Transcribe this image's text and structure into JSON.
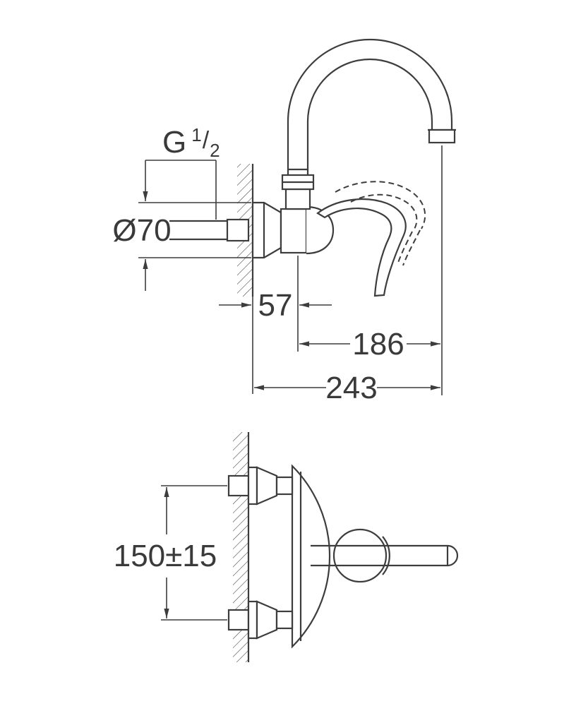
{
  "drawing": {
    "background": "#ffffff",
    "line_color": "#3d3d3d",
    "labels": {
      "thread": {
        "prefix": "G",
        "numerator": "1",
        "slash": "/",
        "denominator": "2"
      },
      "escutcheon_diameter": "Ø70",
      "wall_to_spout_axis": "57",
      "spout_axis_to_outlet": "186",
      "wall_to_outlet": "243",
      "connection_height": "150±15"
    }
  }
}
